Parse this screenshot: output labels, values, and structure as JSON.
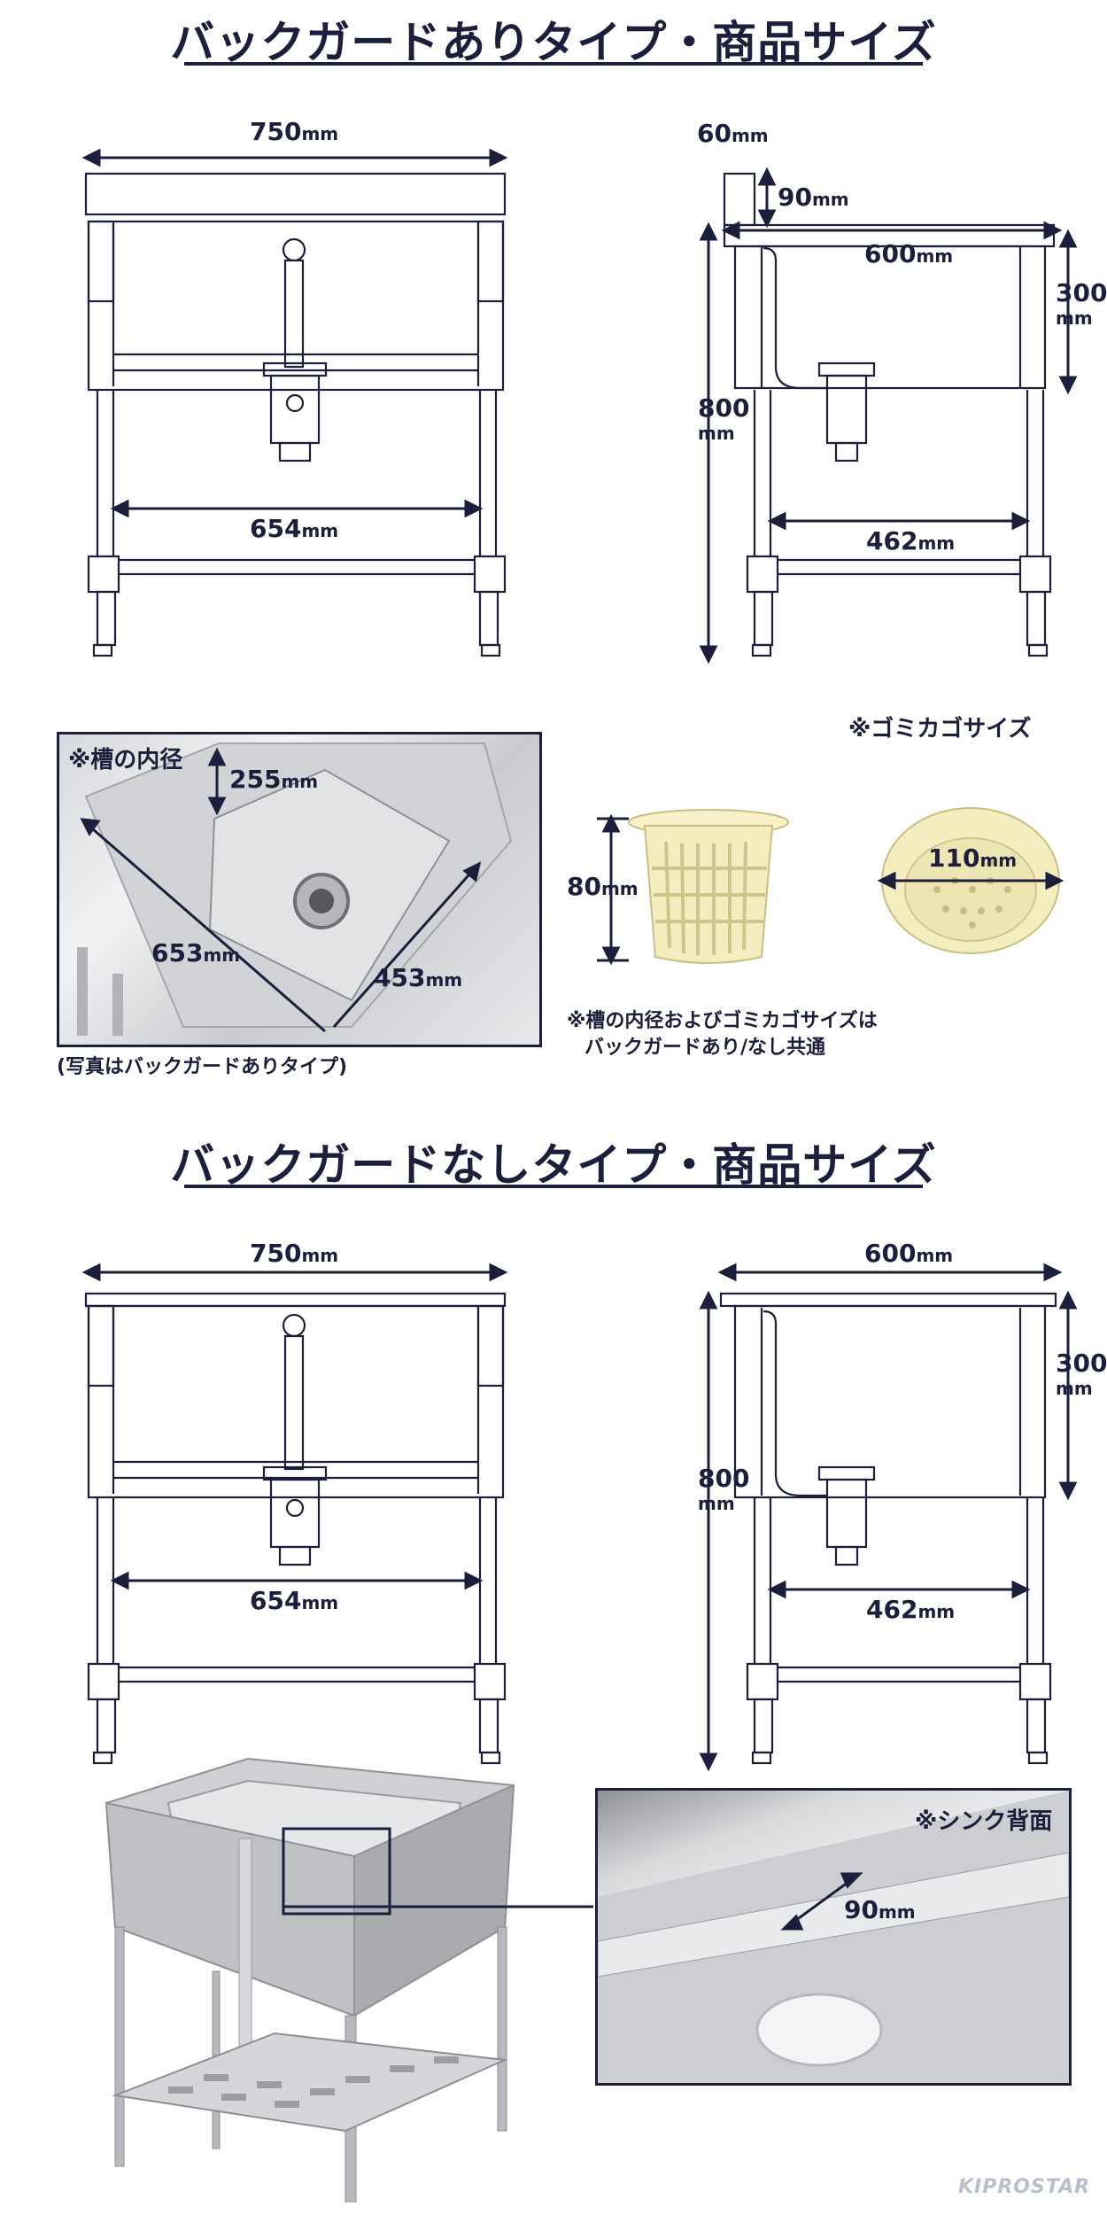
{
  "sections": {
    "with_backguard": {
      "title": "バックガードありタイプ・商品サイズ",
      "front": {
        "width": "750",
        "inner_bottom": "654"
      },
      "side": {
        "backguard_depth": "60",
        "backguard_height": "90",
        "top_depth": "600",
        "sink_depth": "300",
        "total_height": "800",
        "inner_bottom": "462"
      }
    },
    "without_backguard": {
      "title": "バックガードなしタイプ・商品サイズ",
      "front": {
        "width": "750",
        "inner_bottom": "654"
      },
      "side": {
        "top_depth": "600",
        "sink_depth": "300",
        "total_height": "800",
        "inner_bottom": "462"
      }
    }
  },
  "unit": "mm",
  "tank_photo": {
    "label": "※槽の内径",
    "depth": "255",
    "length": "653",
    "width": "453",
    "caption": "(写真はバックガードありタイプ)"
  },
  "basket": {
    "label": "※ゴミカゴサイズ",
    "height": "80",
    "diameter": "110",
    "note_line1": "※槽の内径およびゴミカゴサイズは",
    "note_line2": "バックガードあり/なし共通"
  },
  "back_photo": {
    "label": "※シンク背面",
    "dimension": "90"
  },
  "brand": "KIPROSTAR",
  "colors": {
    "navy": "#1b1f3b",
    "steel_light": "#e6e7e9",
    "steel_dark": "#9a9ca0",
    "basket": "#f4edc0"
  }
}
